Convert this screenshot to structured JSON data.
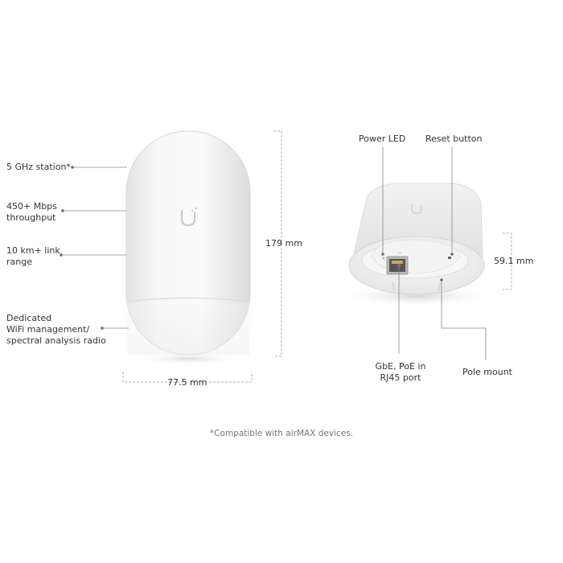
{
  "front_callouts": [
    {
      "lines": [
        "5 GHz station*"
      ]
    },
    {
      "lines": [
        "450+ Mbps",
        "throughput"
      ]
    },
    {
      "lines": [
        "10 km+ link",
        "range"
      ]
    },
    {
      "lines": [
        "Dedicated",
        "WiFi management/",
        "spectral analysis radio"
      ]
    }
  ],
  "dimensions": {
    "height": "179 mm",
    "width": "77.5  mm",
    "depth": "59.1 mm"
  },
  "bottom_callouts": {
    "power_led": "Power LED",
    "reset_button": "Reset button",
    "port": [
      "GbE, PoE in",
      "RJ45 port"
    ],
    "pole_mount": "Pole mount"
  },
  "footnote": "*Compatible with airMAX devices.",
  "colors": {
    "text": "#333333",
    "line": "#888888",
    "dim_line": "#999999",
    "device": "#f4f4f4",
    "footnote": "#777777"
  }
}
